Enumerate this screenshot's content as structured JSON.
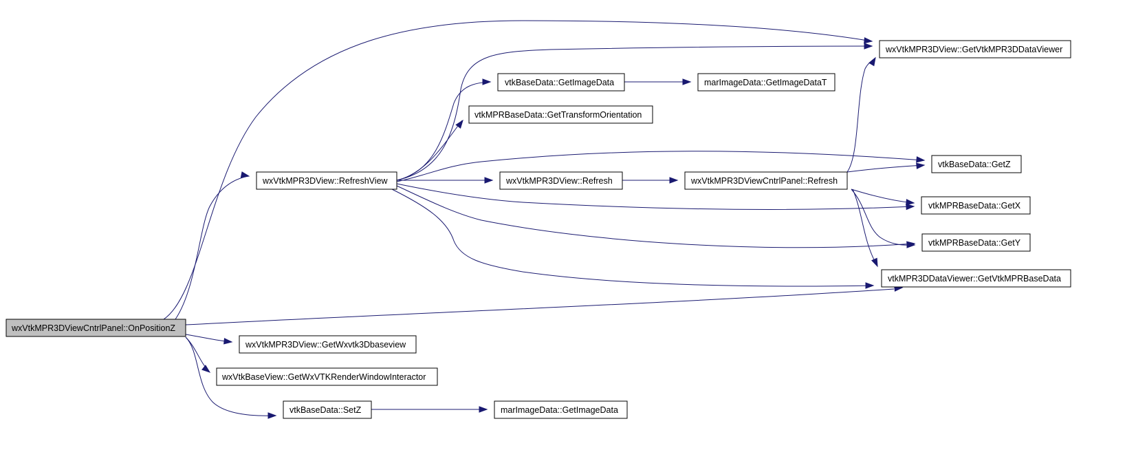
{
  "colors": {
    "edge": "#191970",
    "root_fill": "#bfbfbf",
    "node_fill": "#ffffff",
    "node_stroke": "#000000"
  },
  "nodes": {
    "root": "wxVtkMPR3DViewCntrlPanel::OnPositionZ",
    "refresh_view": "wxVtkMPR3DView::RefreshView",
    "get_wxvtk3dbaseview": "wxVtkMPR3DView::GetWxvtk3Dbaseview",
    "get_render_window_interactor": "wxVtkBaseView::GetWxVTKRenderWindowInteractor",
    "set_z": "vtkBaseData::SetZ",
    "mar_get_image_data": "marImageData::GetImageData",
    "get_vtkmpr3d_data_viewer": "wxVtkMPR3DView::GetVtkMPR3DDataViewer",
    "vtk_get_image_data": "vtkBaseData::GetImageData",
    "mar_get_image_data_t": "marImageData::GetImageDataT",
    "get_transform_orientation": "vtkMPRBaseData::GetTransformOrientation",
    "view_refresh": "wxVtkMPR3DView::Refresh",
    "panel_refresh": "wxVtkMPR3DViewCntrlPanel::Refresh",
    "get_z": "vtkBaseData::GetZ",
    "get_x": "vtkMPRBaseData::GetX",
    "get_y": "vtkMPRBaseData::GetY",
    "get_vtkmpr_base_data": "vtkMPR3DDataViewer::GetVtkMPRBaseData"
  }
}
